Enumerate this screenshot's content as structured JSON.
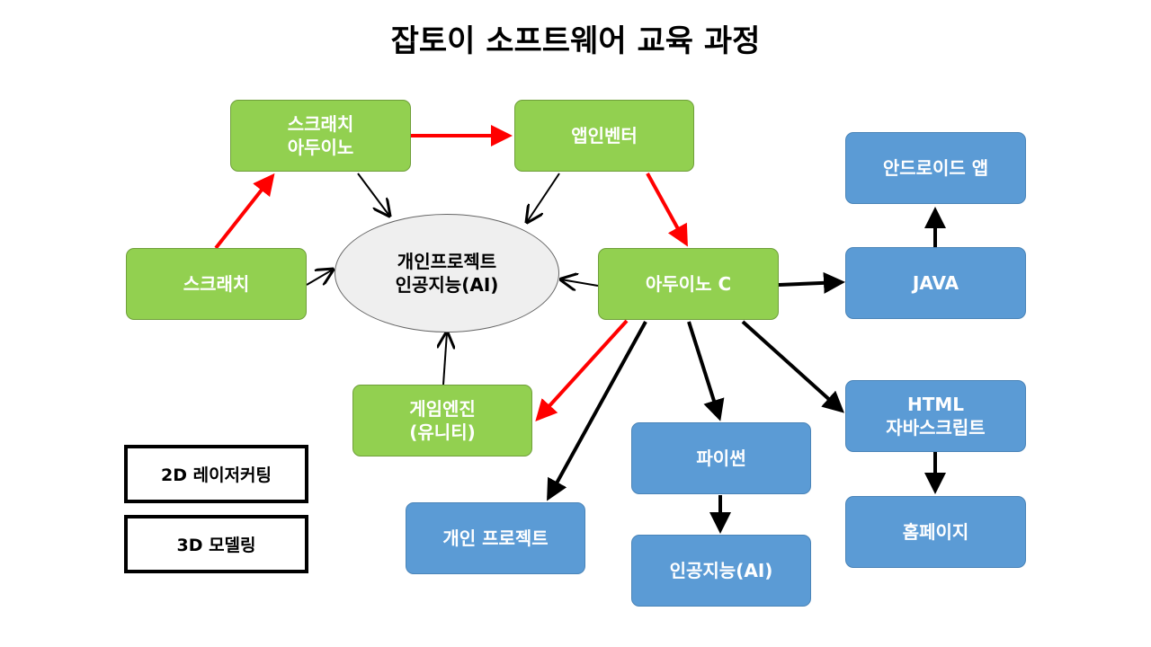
{
  "title": "잡토이 소프트웨어 교육 과정",
  "colors": {
    "green": "#92d050",
    "blue": "#5b9bd5",
    "center": "#efefef",
    "red_arrow": "#ff0000",
    "black_arrow": "#000000"
  },
  "nodes": {
    "scratch_arduino": {
      "line1": "스크래치",
      "line2": "아두이노"
    },
    "app_inventor": {
      "line1": "앱인벤터"
    },
    "scratch": {
      "line1": "스크래치"
    },
    "center": {
      "line1": "개인프로젝트",
      "line2": "인공지능(AI)"
    },
    "arduino_c": {
      "line1": "아두이노 C"
    },
    "game_engine": {
      "line1": "게임엔진",
      "line2": "(유니티)"
    },
    "android_app": {
      "line1": "안드로이드 앱"
    },
    "java": {
      "line1": "JAVA"
    },
    "html_js": {
      "line1": "HTML",
      "line2": "자바스크립트"
    },
    "homepage": {
      "line1": "홈페이지"
    },
    "python": {
      "line1": "파이썬"
    },
    "ai": {
      "line1": "인공지능(AI)"
    },
    "personal_project": {
      "line1": "개인 프로젝트"
    }
  },
  "legend": {
    "laser": "2D 레이저커팅",
    "modeling": "3D 모델링"
  }
}
